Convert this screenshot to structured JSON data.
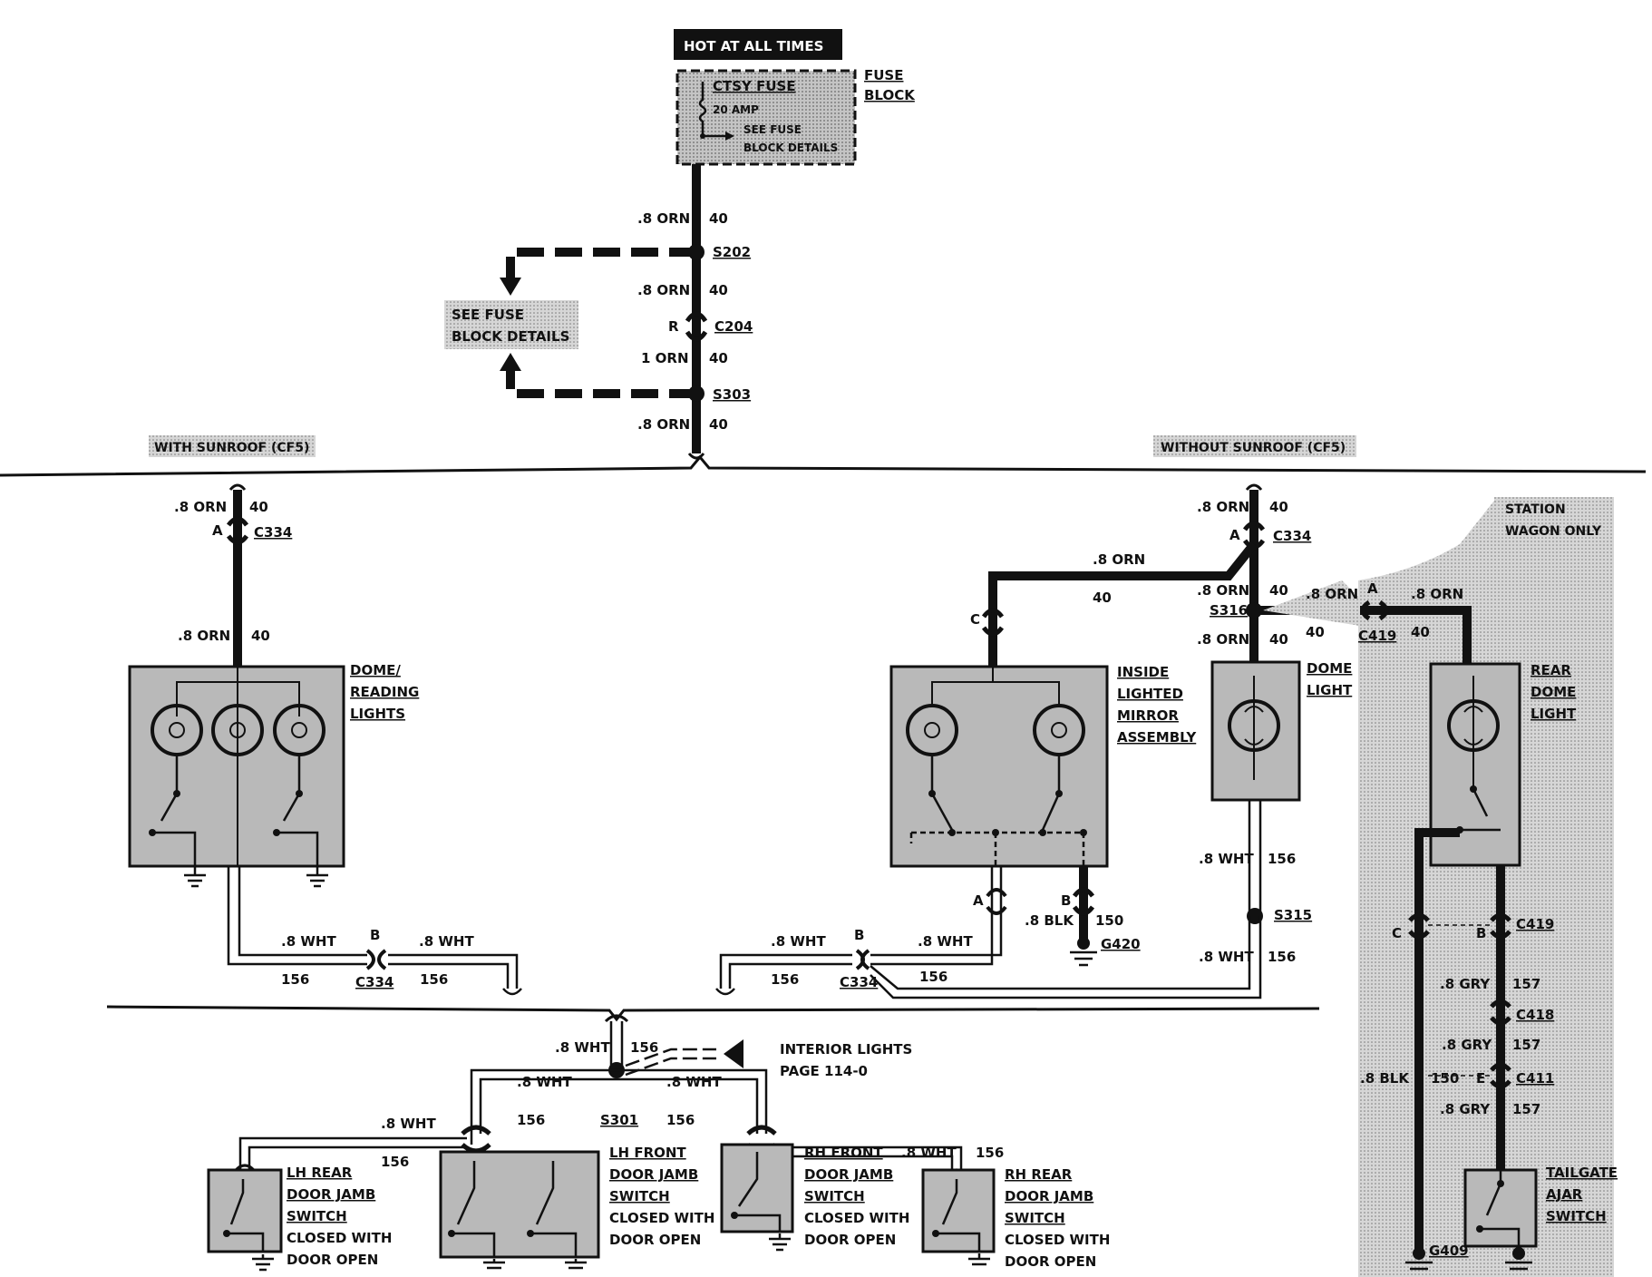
{
  "labels": {
    "hot": "HOT AT ALL TIMES",
    "ctsy": "CTSY FUSE",
    "amp": "20 AMP",
    "see_fuse1": "SEE FUSE",
    "block_details1": "BLOCK DETAILS",
    "fuse": "FUSE",
    "block": "BLOCK",
    "see_fuse2": "SEE FUSE",
    "block_details2": "BLOCK DETAILS",
    "w8orn": ".8 ORN",
    "w1orn": "1 ORN",
    "w8wht": ".8 WHT",
    "w8blk": ".8 BLK",
    "w8gry": ".8 GRY",
    "c40": "40",
    "c156": "156",
    "c150": "150",
    "c157": "157",
    "s202": "S202",
    "s303": "S303",
    "s316": "S316",
    "s315": "S315",
    "s301": "S301",
    "c204": "C204",
    "c334": "C334",
    "c419": "C419",
    "c418": "C418",
    "c411": "C411",
    "g420": "G420",
    "g409": "G409",
    "pinR": "R",
    "pinA": "A",
    "pinB": "B",
    "pinC": "C",
    "pinE": "E",
    "with_sunroof": "WITH SUNROOF (CF5)",
    "without_sunroof": "WITHOUT SUNROOF (CF5)",
    "station1": "STATION",
    "station2": "WAGON ONLY",
    "dome_reading": [
      "DOME/",
      "READING",
      "LIGHTS"
    ],
    "mirror": [
      "INSIDE",
      "LIGHTED",
      "MIRROR",
      "ASSEMBLY"
    ],
    "dome_light": [
      "DOME",
      "LIGHT"
    ],
    "rear_dome": [
      "REAR",
      "DOME",
      "LIGHT"
    ],
    "tailgate": [
      "TAILGATE",
      "AJAR",
      "SWITCH"
    ],
    "interior1": "INTERIOR LIGHTS",
    "interior2": "PAGE 114-0",
    "lh_rear": [
      "LH REAR",
      "DOOR JAMB",
      "SWITCH",
      "CLOSED WITH",
      "DOOR OPEN"
    ],
    "lh_front": [
      "LH FRONT",
      "DOOR JAMB",
      "SWITCH",
      "CLOSED WITH",
      "DOOR OPEN"
    ],
    "rh_front": [
      "RH FRONT",
      "DOOR JAMB",
      "SWITCH",
      "CLOSED WITH",
      "DOOR OPEN"
    ],
    "rh_rear": [
      "RH REAR",
      "DOOR JAMB",
      "SWITCH",
      "CLOSED WITH",
      "DOOR OPEN"
    ]
  }
}
